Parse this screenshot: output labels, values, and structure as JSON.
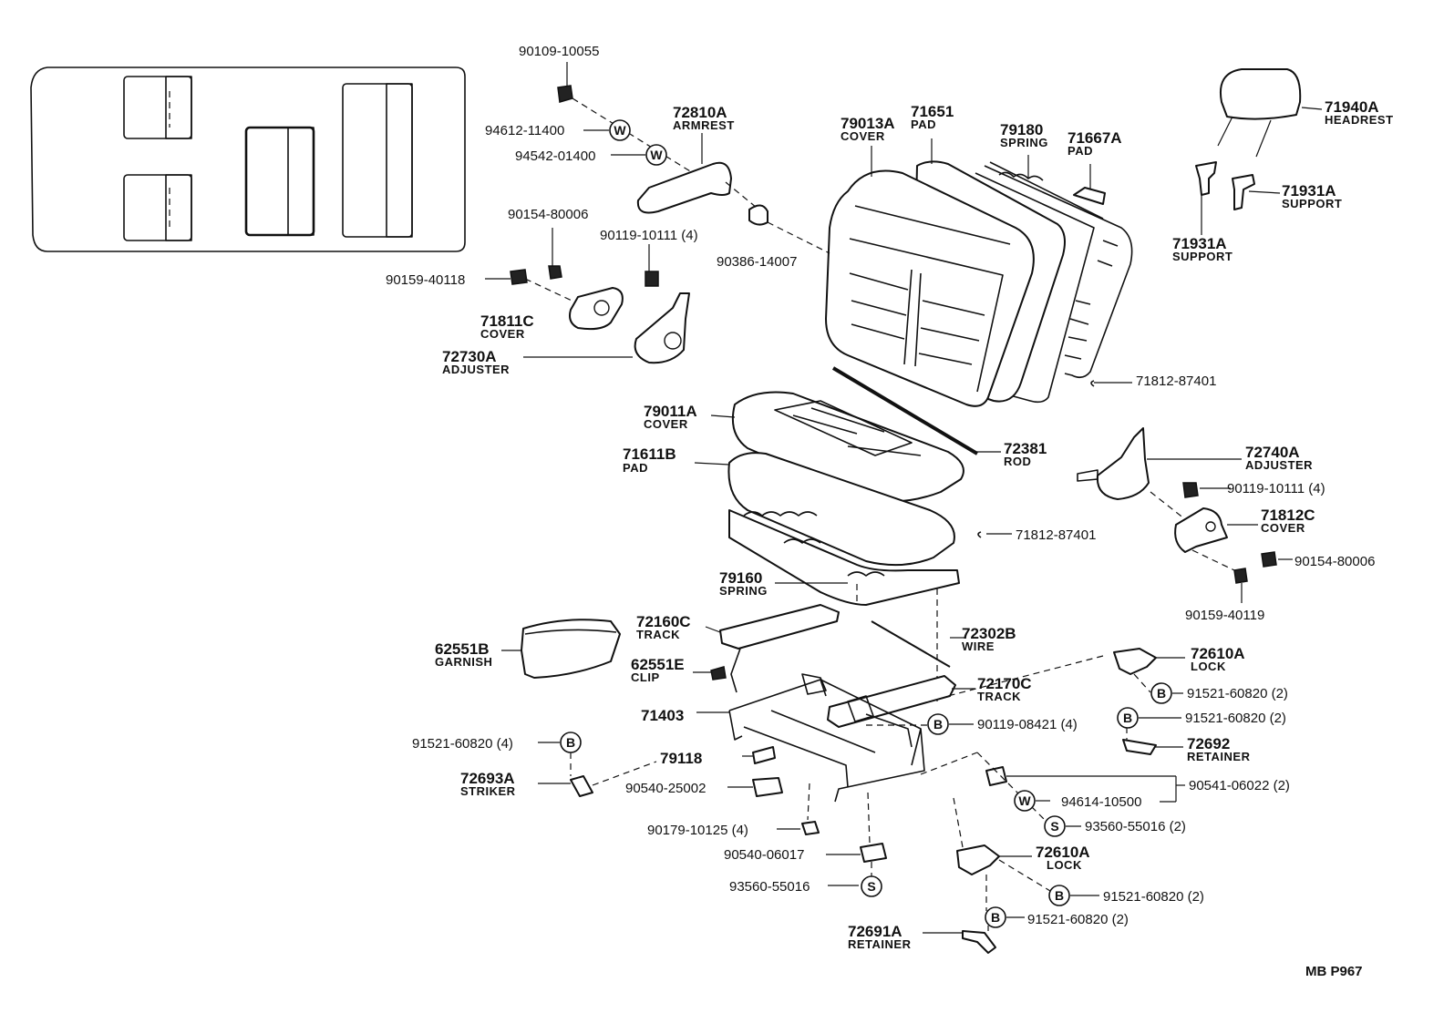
{
  "parts": {
    "p90109_10055": "90109-10055",
    "p94612_11400": "94612-11400",
    "p94542_01400": "94542-01400",
    "p72810A": {
      "code": "72810A",
      "name": "ARMREST"
    },
    "p90154_80006a": "90154-80006",
    "p90119_10111a": "90119-10111 (4)",
    "p90386_14007": "90386-14007",
    "p90159_40118": "90159-40118",
    "p71811C": {
      "code": "71811C",
      "name": "COVER"
    },
    "p72730A": {
      "code": "72730A",
      "name": "ADJUSTER"
    },
    "p79013A": {
      "code": "79013A",
      "name": "COVER"
    },
    "p71651": {
      "code": "71651",
      "name": "PAD"
    },
    "p79180": {
      "code": "79180",
      "name": "SPRING"
    },
    "p71667A": {
      "code": "71667A",
      "name": "PAD"
    },
    "p71940A": {
      "code": "71940A",
      "name": "HEADREST"
    },
    "p71931A_r": {
      "code": "71931A",
      "name": "SUPPORT"
    },
    "p71931A_l": {
      "code": "71931A",
      "name": "SUPPORT"
    },
    "p71812_87401a": "71812-87401",
    "p79011A": {
      "code": "79011A",
      "name": "COVER"
    },
    "p71611B": {
      "code": "71611B",
      "name": "PAD"
    },
    "p72381": {
      "code": "72381",
      "name": "ROD"
    },
    "p72740A": {
      "code": "72740A",
      "name": "ADJUSTER"
    },
    "p90119_10111b": "90119-10111 (4)",
    "p71812C": {
      "code": "71812C",
      "name": "COVER"
    },
    "p71812_87401b": "71812-87401",
    "p90154_80006b": "90154-80006",
    "p90159_40119": "90159-40119",
    "p79160": {
      "code": "79160",
      "name": "SPRING"
    },
    "p72160C": {
      "code": "72160C",
      "name": "TRACK"
    },
    "p72302B": {
      "code": "72302B",
      "name": "WIRE"
    },
    "p62551B": {
      "code": "62551B",
      "name": "GARNISH"
    },
    "p62551E": {
      "code": "62551E",
      "name": "CLIP"
    },
    "p72610A_t": {
      "code": "72610A",
      "name": "LOCK"
    },
    "p91521_60820_a": "91521-60820 (2)",
    "p72170C": {
      "code": "72170C",
      "name": "TRACK"
    },
    "p91521_60820_b": "91521-60820 (2)",
    "p71403": "71403",
    "p90119_08421": "90119-08421 (4)",
    "p72692": {
      "code": "72692",
      "name": "RETAINER"
    },
    "p91521_60820_4": "91521-60820 (4)",
    "p79118": "79118",
    "p72693A": {
      "code": "72693A",
      "name": "STRIKER"
    },
    "p90540_25002": "90540-25002",
    "p90541_06022": "90541-06022 (2)",
    "p94614_10500": "94614-10500",
    "p93560_55016_2": "93560-55016 (2)",
    "p90179_10125": "90179-10125 (4)",
    "p90540_06017": "90540-06017",
    "p93560_55016": "93560-55016",
    "p72610A_b": {
      "code": "72610A",
      "name": "LOCK"
    },
    "p91521_60820_c": "91521-60820 (2)",
    "p91521_60820_d": "91521-60820 (2)",
    "p72691A": {
      "code": "72691A",
      "name": "RETAINER"
    }
  },
  "symbols": {
    "washer": "W",
    "bolt": "B",
    "screw": "S"
  },
  "footer": {
    "ref": "MB  P967"
  }
}
